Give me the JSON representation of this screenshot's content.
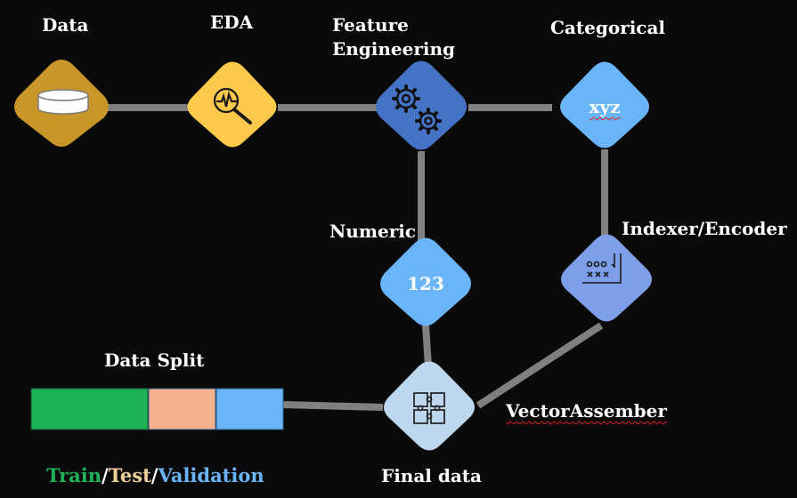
{
  "colors": {
    "background": "#0a0a0a",
    "connector": "#808080",
    "data": "#c9962a",
    "eda": "#fdc94d",
    "feature": "#4472c4",
    "categorical": "#6ab5f7",
    "numeric": "#6ab5f7",
    "encoder": "#7d9ee8",
    "final": "#bdd7ee",
    "train": "#1db257",
    "test": "#f3b08d",
    "validation": "#6ab5f7"
  },
  "labels": {
    "data": "Data",
    "eda": "EDA",
    "feature_line1": "Feature",
    "feature_line2": "Engineering",
    "categorical": "Categorical",
    "numeric": "Numeric",
    "encoder": "Indexer/Encoder",
    "data_split": "Data Split",
    "vector": "VectorAssember",
    "final": "Final data"
  },
  "node_text": {
    "categorical": "xyz",
    "numeric": "123"
  },
  "icons": {
    "data": "database-icon",
    "eda": "magnifier-chart-icon",
    "feature": "gears-icon",
    "encoder": "encoding-icon",
    "final": "puzzle-icon"
  },
  "legend": {
    "train": "Train",
    "sep1": "/",
    "test": "Test",
    "sep2": "/",
    "validation": "Validation"
  }
}
